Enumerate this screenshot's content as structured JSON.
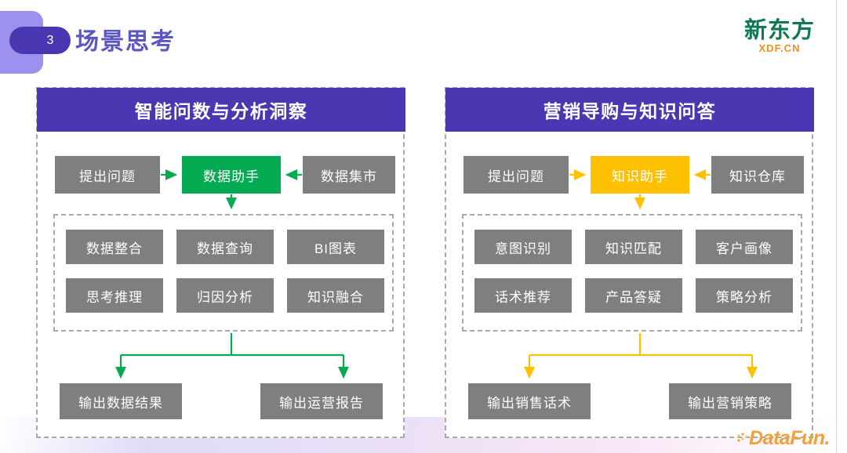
{
  "header": {
    "step_number": "3",
    "title": "场景思考"
  },
  "brand": {
    "name_cn": "新东方",
    "name_en": "XDF.CN",
    "color_green": "#0d7a55",
    "color_orange": "#ef8f1e"
  },
  "footer_logo": {
    "text": "DataFun.",
    "color": "#f2a03d"
  },
  "colors": {
    "purple": "#4a38b2",
    "purple_light": "#9b92ef",
    "title_purple": "#5b56c4",
    "gray_box": "#7f7f7f",
    "green": "#05ab52",
    "yellow": "#ffc000",
    "dash_border": "#a9a9a9"
  },
  "panels": [
    {
      "id": "analytics",
      "title": "智能问数与分析洞察",
      "accent": "#05ab52",
      "top_row": {
        "input": "提出问题",
        "assistant": "数据助手",
        "source": "数据集市"
      },
      "capabilities": [
        "数据整合",
        "数据查询",
        "BI图表",
        "思考推理",
        "归因分析",
        "知识融合"
      ],
      "outputs": [
        "输出数据结果",
        "输出运营报告"
      ]
    },
    {
      "id": "marketing",
      "title": "营销导购与知识问答",
      "accent": "#ffc000",
      "top_row": {
        "input": "提出问题",
        "assistant": "知识助手",
        "source": "知识仓库"
      },
      "capabilities": [
        "意图识别",
        "知识匹配",
        "客户画像",
        "话术推荐",
        "产品答疑",
        "策略分析"
      ],
      "outputs": [
        "输出销售话术",
        "输出营销策略"
      ]
    }
  ]
}
